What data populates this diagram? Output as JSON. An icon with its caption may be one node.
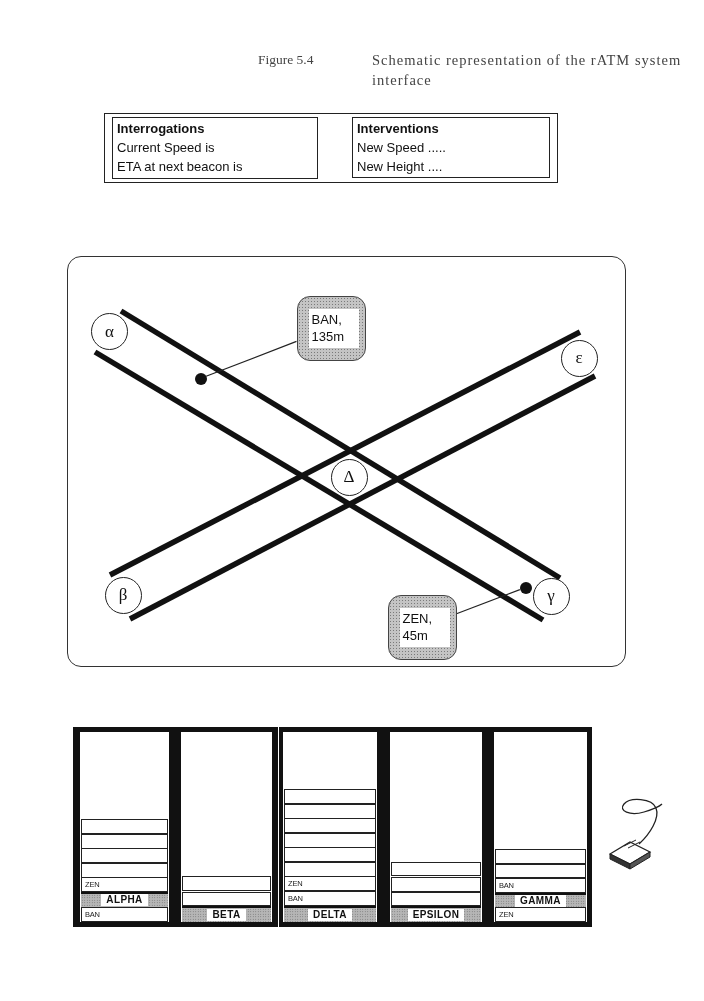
{
  "diagram": {
    "caption": "Schematic representation of the rATM system interface",
    "nodes": [
      {
        "text": [],
        "shape": "box"
      },
      {
        "text": [
          "Interrogations",
          "Current Speed is",
          "ETA at next beacon is"
        ],
        "in": 0
      },
      {
        "text": [
          "Interventions",
          "New Speed .....",
          "New Height ...."
        ],
        "in": 0
      },
      {
        "text": [],
        "shape": "box"
      },
      {
        "text": [
          "α"
        ],
        "in": 3
      },
      {
        "text": [
          "BAN, 135m"
        ],
        "in": 3
      },
      {
        "text": [
          "ε"
        ],
        "in": 3
      },
      {
        "text": [],
        "shape": "circle",
        "in": 3
      },
      {
        "text": [
          "Δ"
        ],
        "in": 3
      },
      {
        "text": [
          "β"
        ],
        "in": 3
      },
      {
        "text": [],
        "shape": "circle",
        "in": 3
      },
      {
        "text": [
          "γ"
        ],
        "in": 3
      },
      {
        "text": [
          "ZEN, 45m"
        ],
        "in": 3
      },
      {
        "text": [],
        "shape": "box"
      },
      {
        "text": [],
        "shape": "box",
        "in": 13
      },
      {
        "text": [],
        "shape": "box",
        "in": 14
      },
      {
        "text": [],
        "shape": "box",
        "in": 14
      },
      {
        "text": [],
        "shape": "box",
        "in": 14
      },
      {
        "text": [],
        "shape": "box",
        "in": 14
      },
      {
        "text": [
          "ZEN"
        ],
        "in": 14
      },
      {
        "text": [
          "ALPHA"
        ],
        "in": 14
      },
      {
        "text": [
          "BAN"
        ],
        "in": 14
      },
      {
        "text": [],
        "shape": "box",
        "in": 13
      },
      {
        "text": [],
        "shape": "box",
        "in": 22
      },
      {
        "text": [],
        "shape": "box",
        "in": 22
      },
      {
        "text": [
          "BETA"
        ],
        "in": 22
      },
      {
        "text": [],
        "shape": "box",
        "in": 13
      },
      {
        "text": [],
        "shape": "box",
        "in": 26
      },
      {
        "text": [],
        "shape": "box",
        "in": 26
      },
      {
        "text": [],
        "shape": "box",
        "in": 26
      },
      {
        "text": [],
        "shape": "box",
        "in": 26
      },
      {
        "text": [],
        "shape": "box",
        "in": 26
      },
      {
        "text": [],
        "shape": "box",
        "in": 26
      },
      {
        "text": [
          "ZEN"
        ],
        "in": 26
      },
      {
        "text": [
          "BAN"
        ],
        "in": 26
      },
      {
        "text": [
          "DELTA"
        ],
        "in": 26
      },
      {
        "text": [],
        "shape": "box",
        "in": 13
      },
      {
        "text": [],
        "shape": "box",
        "in": 36
      },
      {
        "text": [],
        "shape": "box",
        "in": 36
      },
      {
        "text": [],
        "shape": "box",
        "in": 36
      },
      {
        "text": [
          "EPSILON"
        ],
        "in": 36
      },
      {
        "text": [],
        "shape": "box",
        "in": 13
      },
      {
        "text": [],
        "shape": "box",
        "in": 41
      },
      {
        "text": [],
        "shape": "box",
        "in": 41
      },
      {
        "text": [
          "BAN"
        ],
        "in": 41
      },
      {
        "text": [
          "GAMMA"
        ],
        "in": 41
      },
      {
        "text": [
          "ZEN"
        ],
        "in": 41
      }
    ],
    "edges": [
      {
        "from": 5,
        "to": 7,
        "arrow": "none"
      },
      {
        "from": 12,
        "to": 10,
        "arrow": "none"
      }
    ],
    "labels": [
      "Figure 5.4"
    ]
  }
}
